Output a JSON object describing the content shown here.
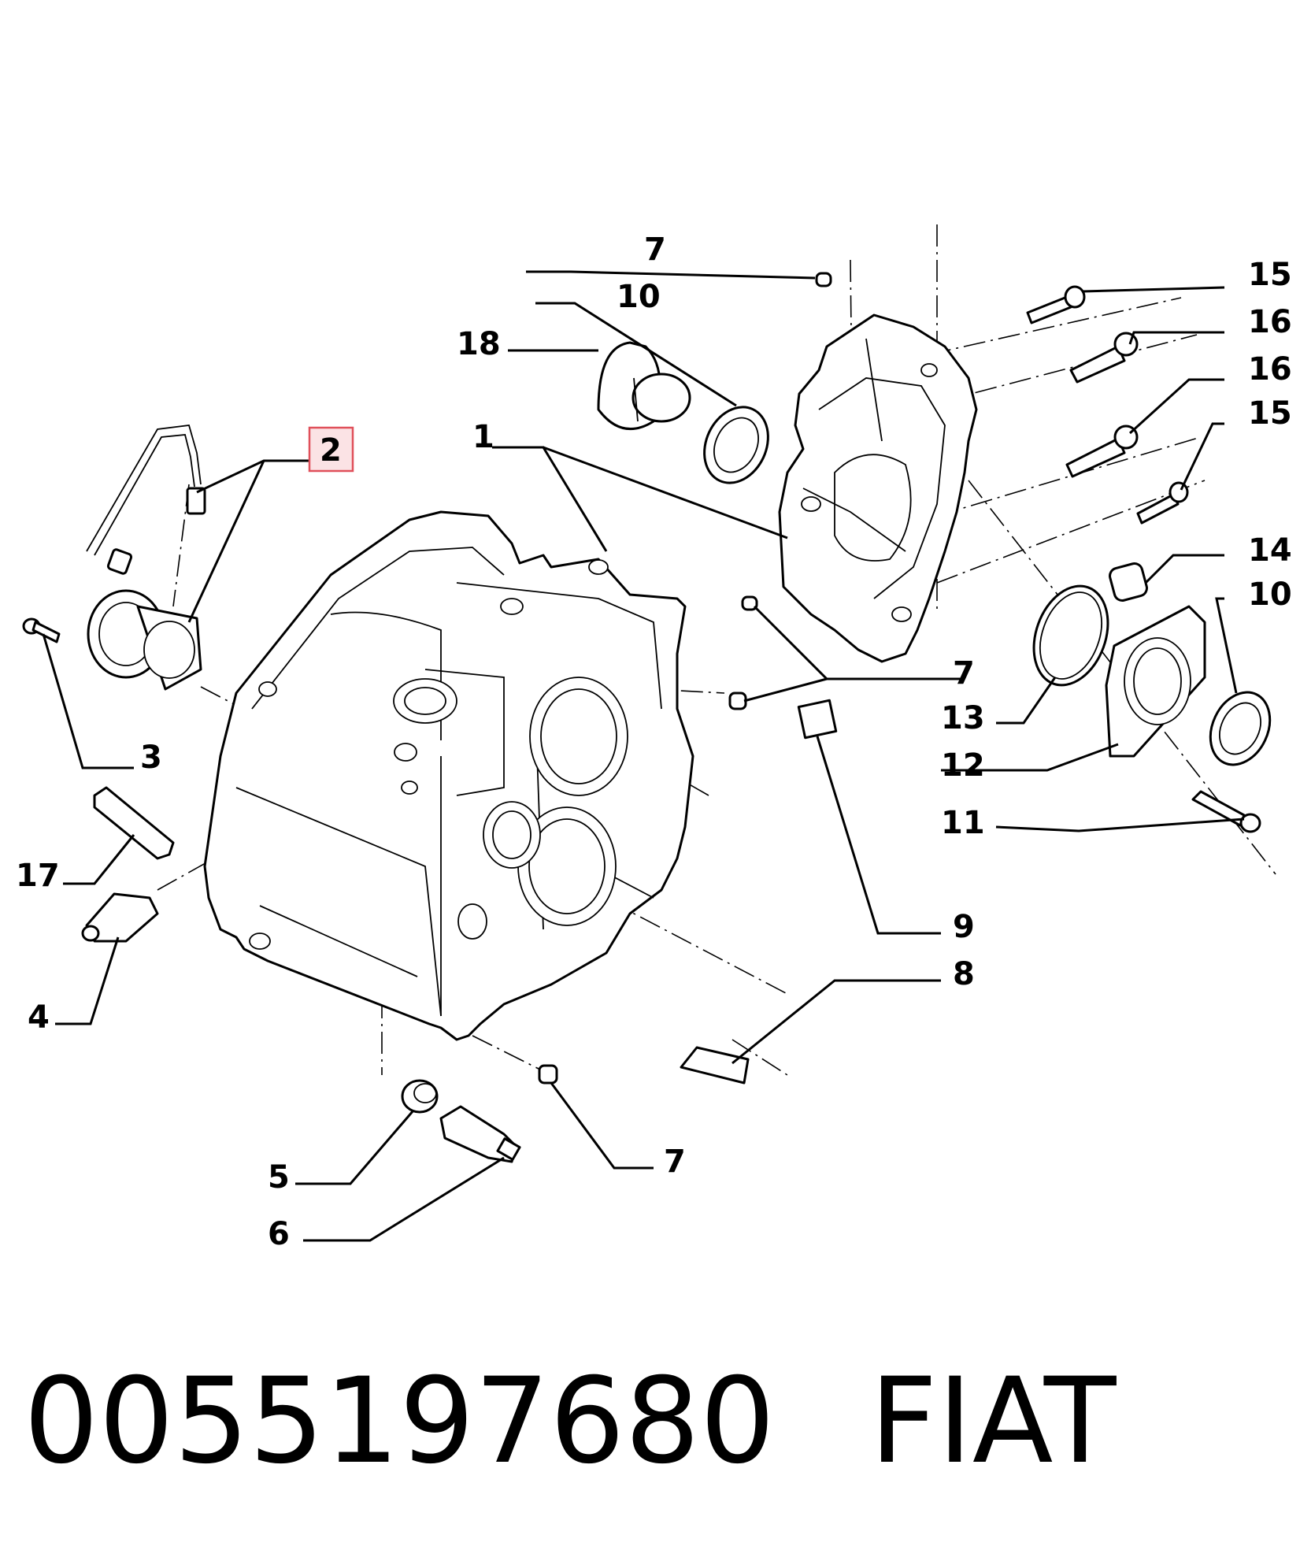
{
  "callouts": {
    "c1": "1",
    "c2": "2",
    "c3": "3",
    "c4": "4",
    "c5": "5",
    "c6": "6",
    "c7a": "7",
    "c7b": "7",
    "c7c": "7",
    "c8": "8",
    "c9": "9",
    "c10a": "10",
    "c10b": "10",
    "c11": "11",
    "c12": "12",
    "c13": "13",
    "c14": "14",
    "c15a": "15",
    "c15b": "15",
    "c16a": "16",
    "c16b": "16",
    "c17": "17",
    "c18": "18"
  },
  "highlight": {
    "callout": "2",
    "color": "#e0505a",
    "fill": "#fbe3e5"
  },
  "footer": {
    "part_number": "0055197680",
    "brand": "FIAT"
  }
}
